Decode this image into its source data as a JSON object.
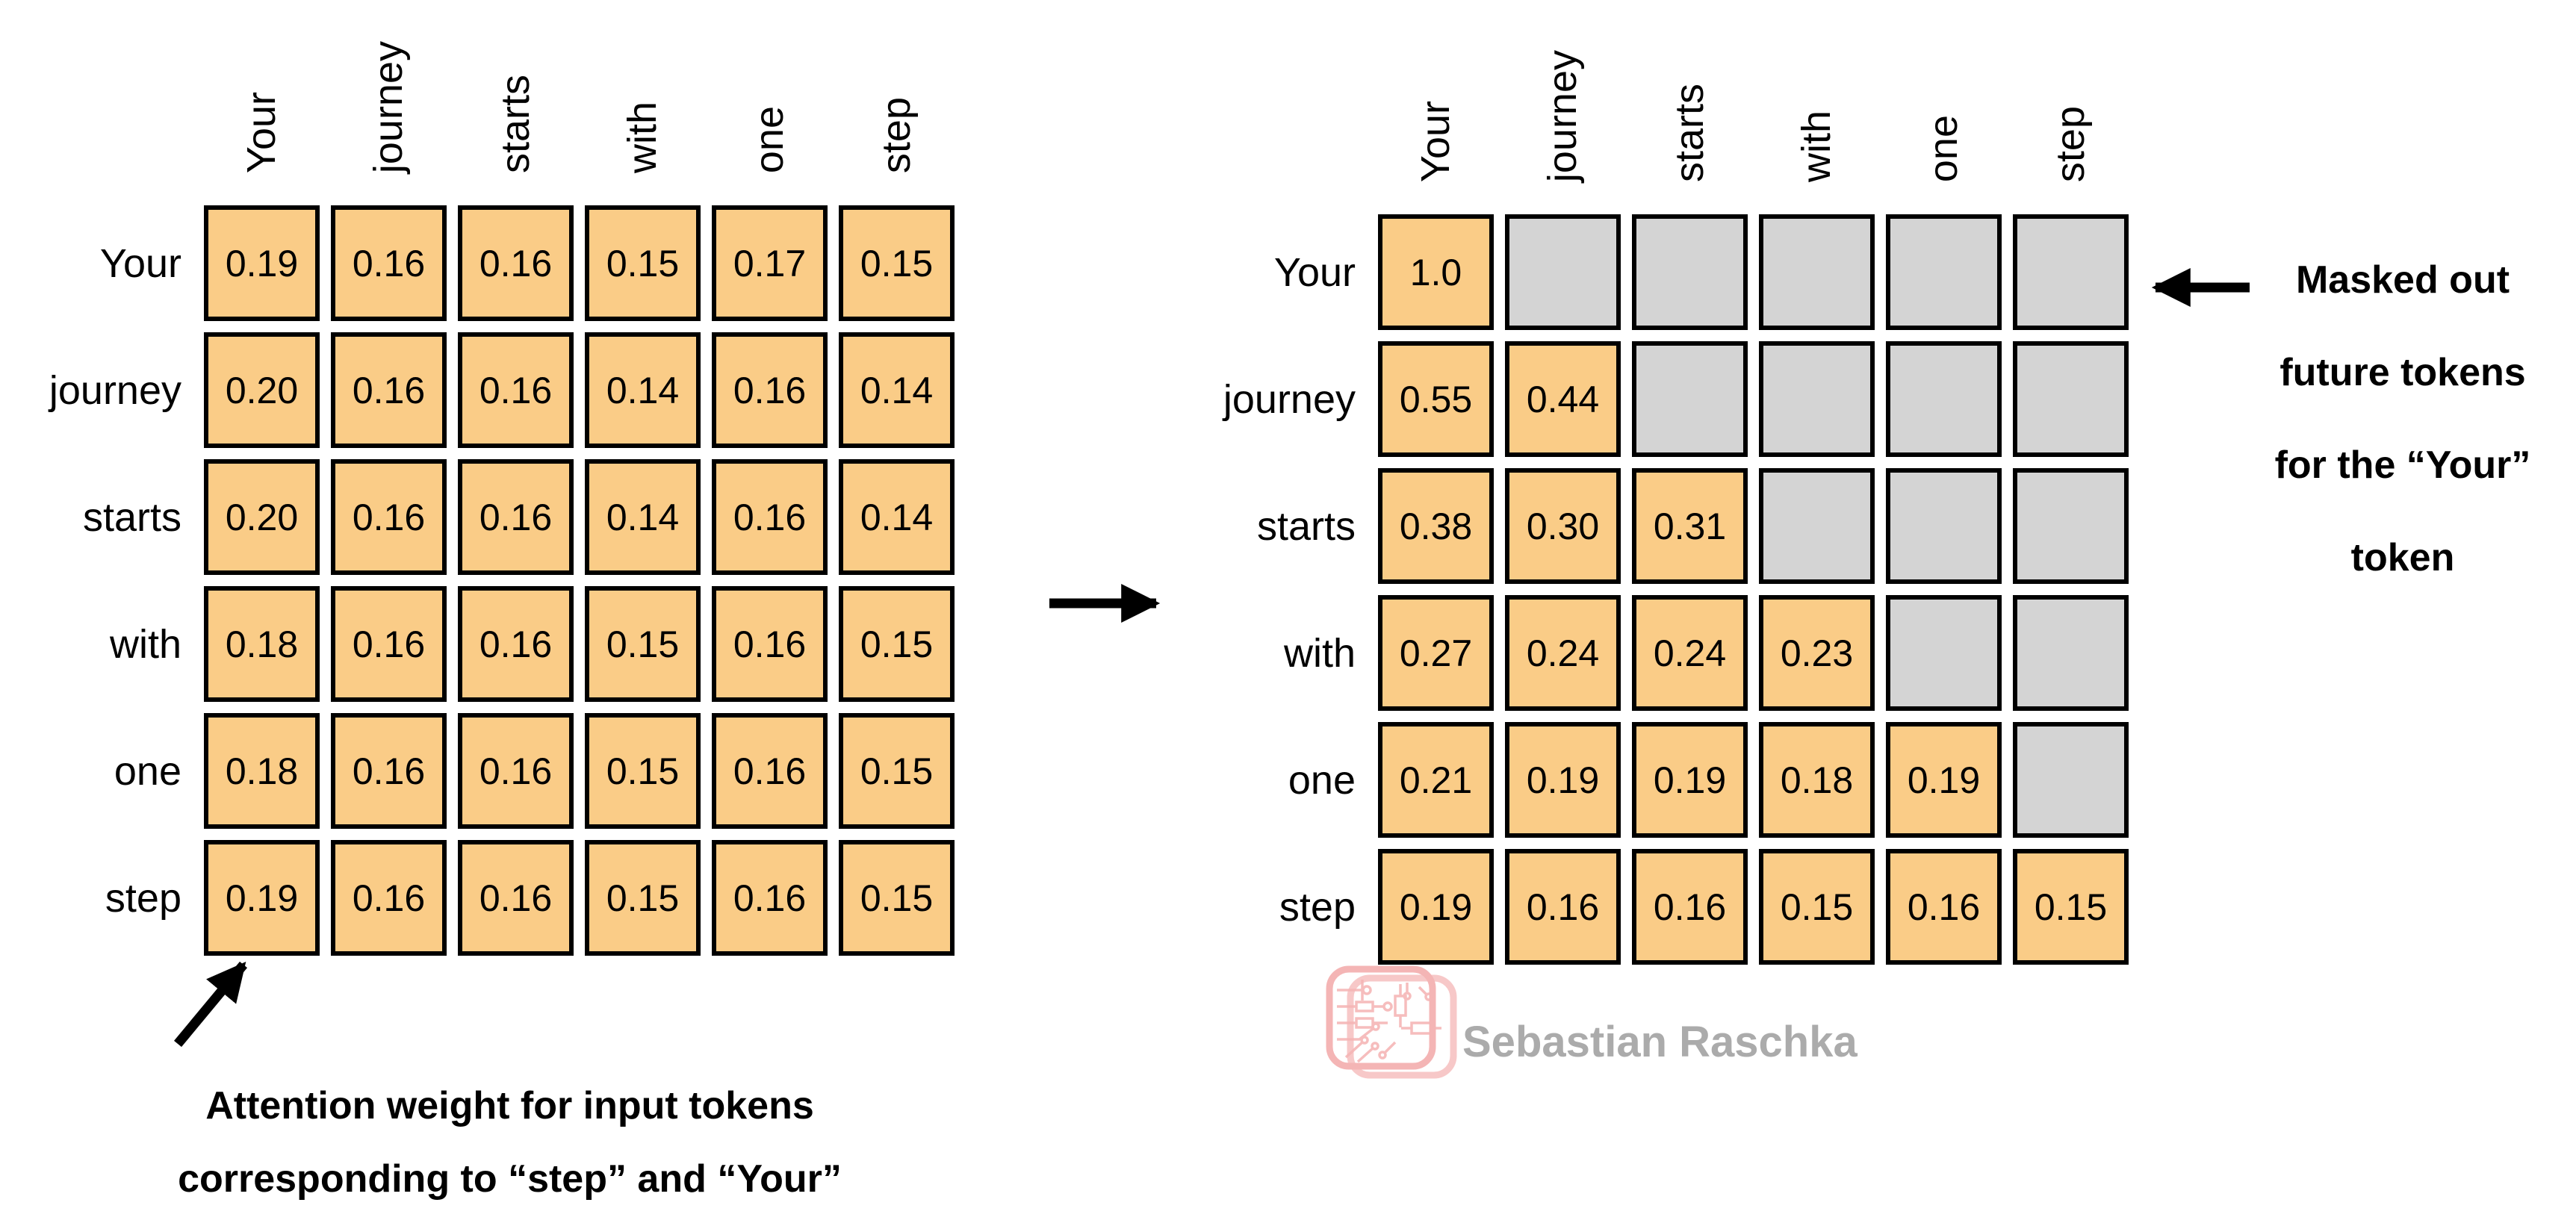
{
  "tokens": [
    "Your",
    "journey",
    "starts",
    "with",
    "one",
    "step"
  ],
  "left_matrix": {
    "title": "attention weights (unmasked)",
    "rows": [
      {
        "label": "Your",
        "values": [
          "0.19",
          "0.16",
          "0.16",
          "0.15",
          "0.17",
          "0.15"
        ]
      },
      {
        "label": "journey",
        "values": [
          "0.20",
          "0.16",
          "0.16",
          "0.14",
          "0.16",
          "0.14"
        ]
      },
      {
        "label": "starts",
        "values": [
          "0.20",
          "0.16",
          "0.16",
          "0.14",
          "0.16",
          "0.14"
        ]
      },
      {
        "label": "with",
        "values": [
          "0.18",
          "0.16",
          "0.16",
          "0.15",
          "0.16",
          "0.15"
        ]
      },
      {
        "label": "one",
        "values": [
          "0.18",
          "0.16",
          "0.16",
          "0.15",
          "0.16",
          "0.15"
        ]
      },
      {
        "label": "step",
        "values": [
          "0.19",
          "0.16",
          "0.16",
          "0.15",
          "0.16",
          "0.15"
        ]
      }
    ]
  },
  "right_matrix": {
    "title": "attention weights (causally masked)",
    "rows": [
      {
        "label": "Your",
        "values": [
          "1.0",
          null,
          null,
          null,
          null,
          null
        ]
      },
      {
        "label": "journey",
        "values": [
          "0.55",
          "0.44",
          null,
          null,
          null,
          null
        ]
      },
      {
        "label": "starts",
        "values": [
          "0.38",
          "0.30",
          "0.31",
          null,
          null,
          null
        ]
      },
      {
        "label": "with",
        "values": [
          "0.27",
          "0.24",
          "0.24",
          "0.23",
          null,
          null
        ]
      },
      {
        "label": "one",
        "values": [
          "0.21",
          "0.19",
          "0.19",
          "0.18",
          "0.19",
          null
        ]
      },
      {
        "label": "step",
        "values": [
          "0.19",
          "0.16",
          "0.16",
          "0.15",
          "0.16",
          "0.15"
        ]
      }
    ]
  },
  "annotations": {
    "masked_note_lines": [
      "Masked out",
      "future tokens",
      "for the “Your”",
      "token"
    ],
    "attention_note_lines": [
      "Attention weight for input tokens",
      "corresponding to “step” and “Your”"
    ]
  },
  "watermark": {
    "text": "Sebastian Raschka"
  },
  "colors": {
    "cell_orange": "#FACC87",
    "cell_masked": "#D4D4D4",
    "border": "#000000",
    "watermark_text": "#ABABAB",
    "watermark_logo": "#F2A3A3",
    "background": "#FFFFFF"
  }
}
